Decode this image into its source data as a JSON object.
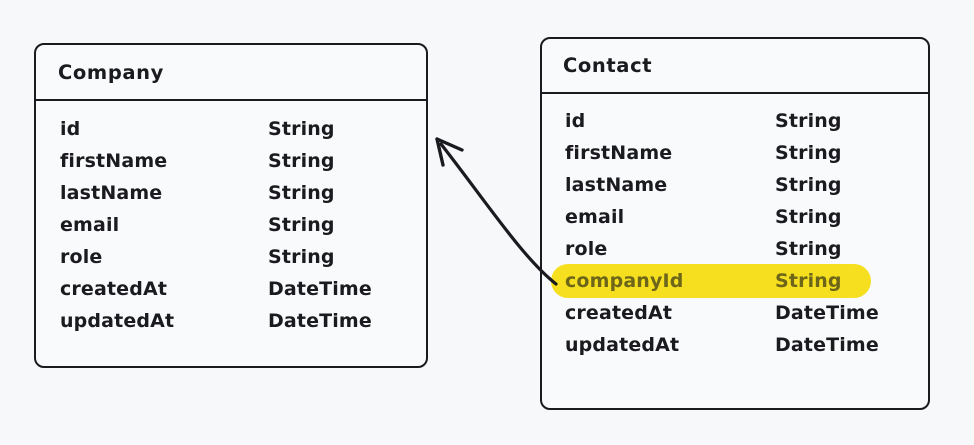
{
  "diagram": {
    "type": "entity-relationship-diagram",
    "background_color": "#f7f8fa",
    "stroke_color": "#1b1b1f",
    "highlight_color": "#f5df1e",
    "highlight_text_color": "#6d6519"
  },
  "entities": [
    {
      "id": "company",
      "title": "Company",
      "fields": [
        {
          "name": "id",
          "type": "String"
        },
        {
          "name": "firstName",
          "type": "String"
        },
        {
          "name": "lastName",
          "type": "String"
        },
        {
          "name": "email",
          "type": "String"
        },
        {
          "name": "role",
          "type": "String"
        },
        {
          "name": "createdAt",
          "type": "DateTime"
        },
        {
          "name": "updatedAt",
          "type": "DateTime"
        }
      ]
    },
    {
      "id": "contact",
      "title": "Contact",
      "fields": [
        {
          "name": "id",
          "type": "String"
        },
        {
          "name": "firstName",
          "type": "String"
        },
        {
          "name": "lastName",
          "type": "String"
        },
        {
          "name": "email",
          "type": "String"
        },
        {
          "name": "role",
          "type": "String"
        },
        {
          "name": "companyId",
          "type": "String",
          "highlighted": true
        },
        {
          "name": "createdAt",
          "type": "DateTime"
        },
        {
          "name": "updatedAt",
          "type": "DateTime"
        }
      ]
    }
  ],
  "relationship": {
    "from": "contact.companyId",
    "to": "company",
    "style": "curved-arrow",
    "arrow_direction": "contact-to-company"
  }
}
